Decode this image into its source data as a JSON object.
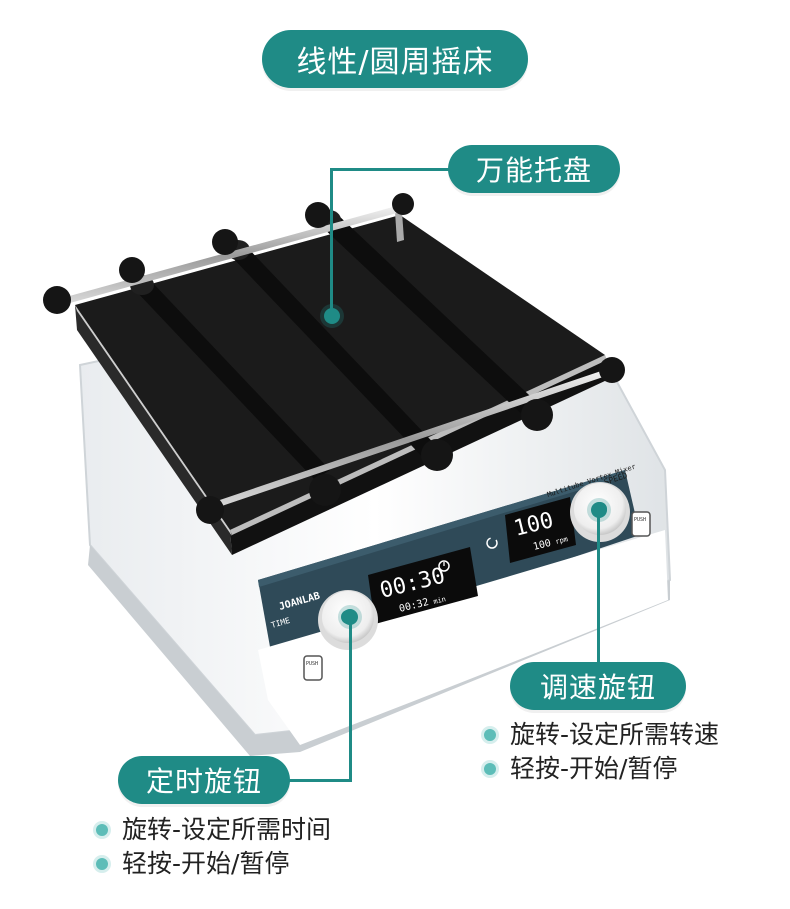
{
  "title": "线性/圆周摇床",
  "labels": {
    "tray": "万能托盘",
    "speed_knob": "调速旋钮",
    "time_knob": "定时旋钮"
  },
  "speed_knob_notes": [
    "旋转-设定所需转速",
    "轻按-开始/暂停"
  ],
  "time_knob_notes": [
    "旋转-设定所需时间",
    "轻按-开始/暂停"
  ],
  "device": {
    "brand": "JOANLAB",
    "model": "Multitube Vortex Mixer",
    "speed_label": "SPEED",
    "time_label": "TIME",
    "push_label": "PUSH",
    "speed_set": "100",
    "speed_actual": "100",
    "speed_unit": "rpm",
    "time_set": "00:30",
    "time_actual": "00:32",
    "time_unit": "min"
  },
  "colors": {
    "accent": "#1f8b86",
    "panel": "#2f4a58",
    "tray": "#1b1b1b"
  }
}
